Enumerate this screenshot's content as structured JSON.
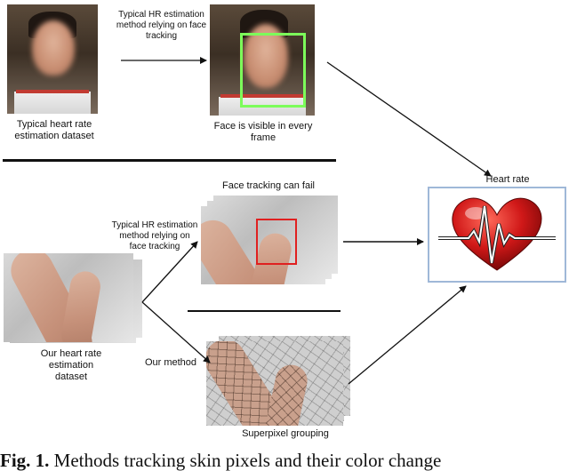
{
  "labels": {
    "top_arrow": "Typical HR estimation method relying on face tracking",
    "top_left_caption_line1": "Typical heart rate",
    "top_left_caption_line2": "estimation dataset",
    "top_right_caption_line1": "Face is visible in every",
    "top_right_caption_line2": "frame",
    "heart_rate": "Heart rate",
    "face_tracking_fail": "Face tracking can fail",
    "mid_arrow_line1": "Typical HR estimation",
    "mid_arrow_line2": "method relying on",
    "mid_arrow_line3": "face tracking",
    "our_method": "Our method",
    "our_dataset_line1": "Our heart rate",
    "our_dataset_line2": "estimation",
    "our_dataset_line3": "dataset",
    "superpixel": "Superpixel grouping"
  },
  "caption": {
    "prefix": "Fig. 1.",
    "text": " Methods tracking skin pixels and their color change"
  },
  "colors": {
    "face_box": "#7CFC5A",
    "hand_box": "#e02020",
    "heart_panel_border": "#9fb8d8",
    "heart": "#c81414"
  }
}
